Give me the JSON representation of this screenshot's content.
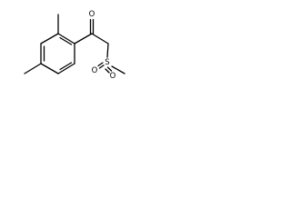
{
  "molecule": {
    "atoms": {
      "carbonyl_oxygen": "O",
      "sulfur": "S",
      "sulfonyl_oxygen_left": "O",
      "sulfonyl_oxygen_right": "O"
    },
    "colors": {
      "bond": "#000000",
      "label": "#000000",
      "background": "#ffffff"
    }
  }
}
